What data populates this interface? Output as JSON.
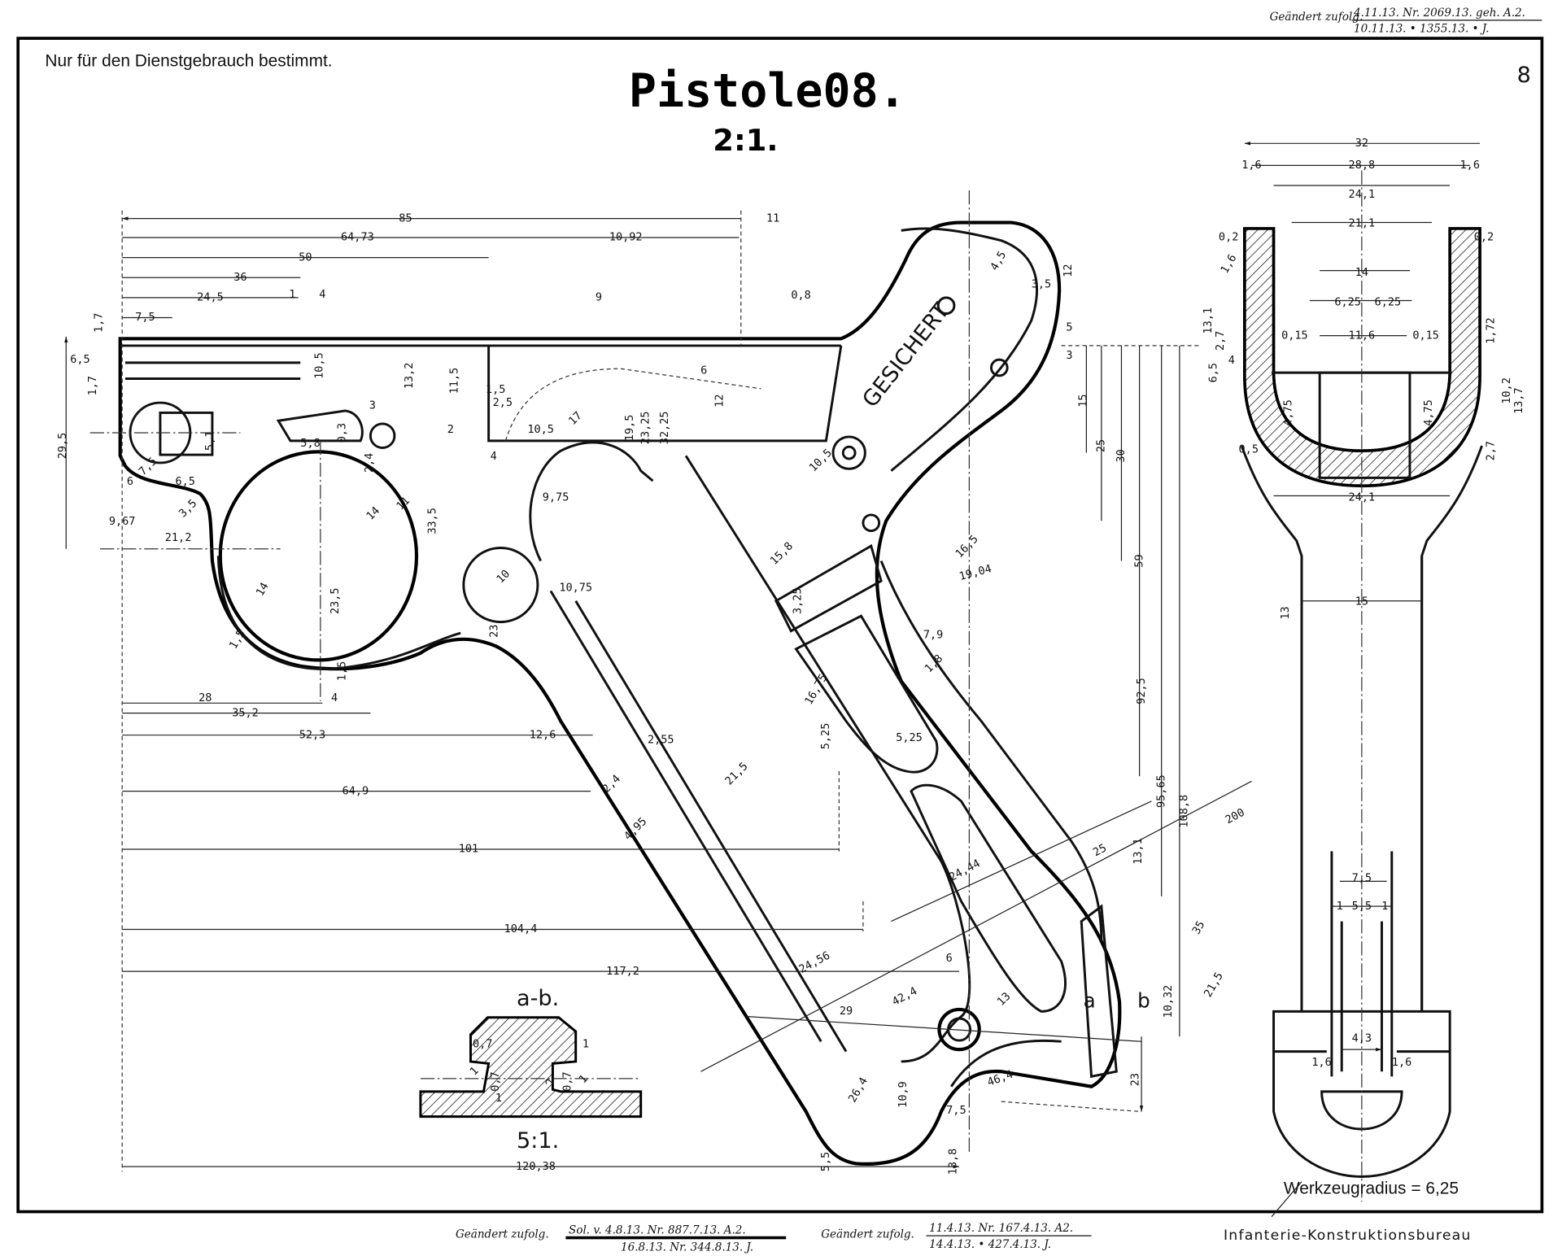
{
  "header": {
    "restriction_note": "Nur für den Dienstgebrauch bestimmt.",
    "title": "Pistole08.",
    "scale": "2:1.",
    "sheet_number": "8",
    "change_note_label": "Geändert zufolg.",
    "change_note_line1": "4.11.13. Nr. 2069.13. geh. A.2.",
    "change_note_line2": "10.11.13. • 1355.13. • J."
  },
  "footer": {
    "change_note_1_label": "Geändert zufolg.",
    "change_note_1_line1": "Sol. v. 4.8.13. Nr. 887.7.13. A.2.",
    "change_note_1_line2": "16.8.13. Nr. 344.8.13. J.",
    "change_note_2_label": "Geändert zufolg.",
    "change_note_2_line1": "11.4.13. Nr. 167.4.13. A2.",
    "change_note_2_line2": "14.4.13. • 427.4.13. J.",
    "bureau": "Infanterie-Konstruktionsbureau"
  },
  "detail": {
    "section_label": "a-b.",
    "section_scale": "5:1.",
    "section_dims": [
      "0,7",
      "1",
      "1",
      "0,7",
      "2",
      "0,7",
      "1",
      "1"
    ],
    "engraving": "GESICHERT",
    "tool_radius_note": "Werkzeugradius = 6,25",
    "marker_a": "a",
    "marker_b": "b"
  },
  "dimensions": [
    "85",
    "11",
    "64,73",
    "10,92",
    "50",
    "36",
    "24,5",
    "1",
    "4",
    "7,5",
    "1,7",
    "6,5",
    "1,7",
    "29,5",
    "10,5",
    "13,2",
    "11,5",
    "1,5",
    "3",
    "5,8",
    "0,3",
    "2,4",
    "5,1",
    "7,5",
    "6",
    "6,5",
    "3,5",
    "9,67",
    "21,2",
    "11",
    "14",
    "33,5",
    "14",
    "23,5",
    "1,5",
    "1,5",
    "28",
    "4",
    "35,2",
    "52,3",
    "12,6",
    "64,9",
    "101",
    "104,4",
    "117,2",
    "120,38",
    "10",
    "23",
    "10,75",
    "9,75",
    "10,5",
    "17",
    "19,5",
    "23,25",
    "32,25",
    "12",
    "6",
    "9",
    "4",
    "2",
    "2,5",
    "0,8",
    "5",
    "3",
    "12",
    "3,5",
    "4,5",
    "15",
    "25",
    "30",
    "59",
    "92,5",
    "95,65",
    "108,8",
    "200",
    "25",
    "24,44",
    "24,56",
    "42,4",
    "29",
    "26,4",
    "13",
    "6",
    "46,4",
    "7,5",
    "13,8",
    "10,9",
    "5,5",
    "23",
    "35",
    "21,5",
    "13,1",
    "10,32",
    "2,55",
    "2,4",
    "4,95",
    "21,5",
    "16,75",
    "5,25",
    "7,9",
    "1,8",
    "5,25",
    "15,8",
    "19,04",
    "16,5",
    "10,5",
    "3,25",
    "32",
    "28,8",
    "1,6",
    "1,6",
    "24,1",
    "21,1",
    "14",
    "6,25",
    "6,25",
    "11,6",
    "0,15",
    "0,15",
    "0,2",
    "0,2",
    "1,6",
    "13,1",
    "2,7",
    "6,5",
    "4",
    "4,75",
    "4,75",
    "1,72",
    "10,2",
    "13,7",
    "2,7",
    "0,5",
    "24,1",
    "13",
    "15",
    "7,5",
    "1",
    "5,5",
    "1",
    "4,3",
    "1,6",
    "1,6"
  ]
}
